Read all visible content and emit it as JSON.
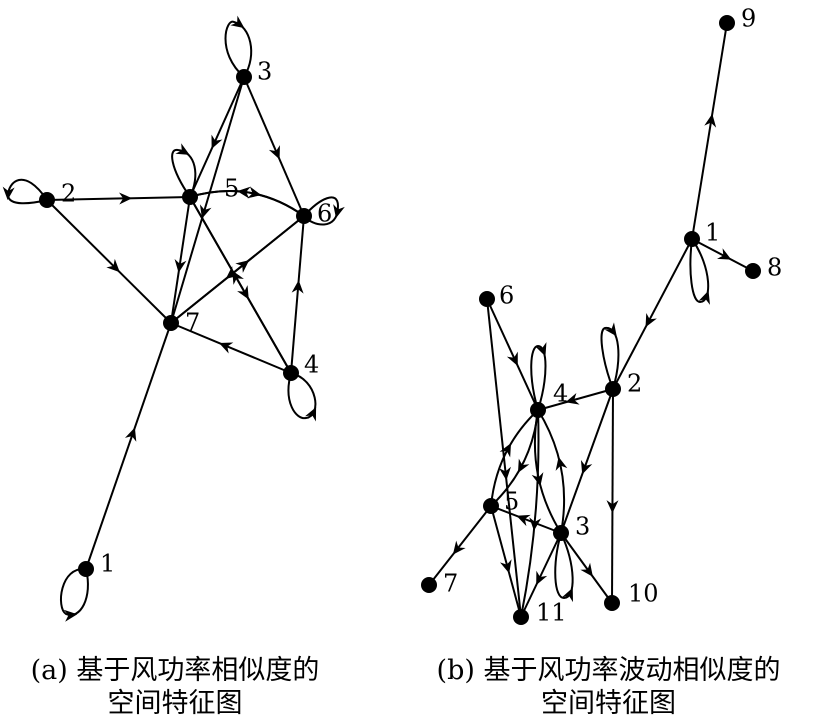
{
  "graphs": [
    {
      "id": "a",
      "caption": [
        "(a) 基于风功率相似度的",
        "空间特征图"
      ],
      "nodes": [
        {
          "id": "1",
          "label": "1"
        },
        {
          "id": "2",
          "label": "2"
        },
        {
          "id": "3",
          "label": "3"
        },
        {
          "id": "4",
          "label": "4"
        },
        {
          "id": "5",
          "label": "5"
        },
        {
          "id": "6",
          "label": "6"
        },
        {
          "id": "7",
          "label": "7"
        }
      ],
      "edges": [
        {
          "from": "1",
          "to": "1"
        },
        {
          "from": "2",
          "to": "2"
        },
        {
          "from": "3",
          "to": "3"
        },
        {
          "from": "4",
          "to": "4"
        },
        {
          "from": "5",
          "to": "5"
        },
        {
          "from": "6",
          "to": "6"
        },
        {
          "from": "1",
          "to": "7"
        },
        {
          "from": "2",
          "to": "5"
        },
        {
          "from": "2",
          "to": "7"
        },
        {
          "from": "3",
          "to": "5"
        },
        {
          "from": "3",
          "to": "7"
        },
        {
          "from": "3",
          "to": "6"
        },
        {
          "from": "5",
          "to": "6"
        },
        {
          "from": "6",
          "to": "5"
        },
        {
          "from": "5",
          "to": "7"
        },
        {
          "from": "5",
          "to": "4"
        },
        {
          "from": "6",
          "to": "7"
        },
        {
          "from": "4",
          "to": "6"
        },
        {
          "from": "4",
          "to": "7"
        },
        {
          "from": "4",
          "to": "5"
        },
        {
          "from": "7",
          "to": "6"
        }
      ]
    },
    {
      "id": "b",
      "caption": [
        "(b) 基于风功率波动相似度的",
        "空间特征图"
      ],
      "nodes": [
        {
          "id": "1",
          "label": "1"
        },
        {
          "id": "2",
          "label": "2"
        },
        {
          "id": "3",
          "label": "3"
        },
        {
          "id": "4",
          "label": "4"
        },
        {
          "id": "5",
          "label": "5"
        },
        {
          "id": "6",
          "label": "6"
        },
        {
          "id": "7",
          "label": "7"
        },
        {
          "id": "8",
          "label": "8"
        },
        {
          "id": "9",
          "label": "9"
        },
        {
          "id": "10",
          "label": "10"
        },
        {
          "id": "11",
          "label": "11"
        }
      ],
      "edges": [
        {
          "from": "1",
          "to": "9"
        },
        {
          "from": "1",
          "to": "8"
        },
        {
          "from": "1",
          "to": "1"
        },
        {
          "from": "1",
          "to": "2"
        },
        {
          "from": "2",
          "to": "2"
        },
        {
          "from": "2",
          "to": "4"
        },
        {
          "from": "2",
          "to": "10"
        },
        {
          "from": "2",
          "to": "3"
        },
        {
          "from": "4",
          "to": "4"
        },
        {
          "from": "4",
          "to": "5"
        },
        {
          "from": "4",
          "to": "3"
        },
        {
          "from": "3",
          "to": "4"
        },
        {
          "from": "4",
          "to": "11"
        },
        {
          "from": "6",
          "to": "4"
        },
        {
          "from": "6",
          "to": "11"
        },
        {
          "from": "5",
          "to": "4"
        },
        {
          "from": "5",
          "to": "7"
        },
        {
          "from": "5",
          "to": "11"
        },
        {
          "from": "3",
          "to": "5"
        },
        {
          "from": "3",
          "to": "3"
        },
        {
          "from": "3",
          "to": "11"
        },
        {
          "from": "3",
          "to": "10"
        }
      ]
    }
  ]
}
